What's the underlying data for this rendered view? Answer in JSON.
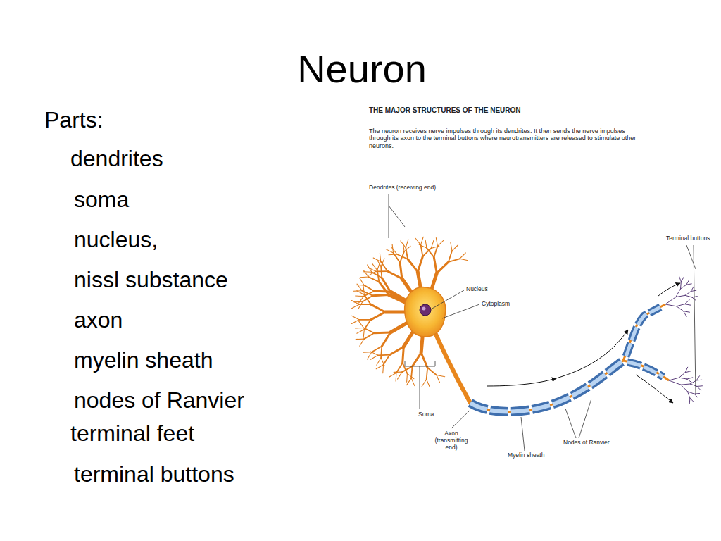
{
  "diagram": {
    "title": "Neuron",
    "labels": [
      "Parts:",
      "dendrites",
      "soma",
      "nucleus,",
      "nissl substance",
      "axon",
      "myelin sheath",
      "nodes of Ranvier",
      "terminal feet",
      "terminal buttons",
      "THE MAJOR STRUCTURES OF THE NEURON",
      "The neuron receives nerve impulses through its dendrites. It then sends the nerve impulses through its axon to the terminal buttons where neurotransmitters are released to stimulate other neurons.",
      "Dendrites (receiving end)",
      "Nucleus",
      "Cytoplasm",
      "Soma",
      "Axon (transmitting end)",
      "Myelin sheath",
      "Nodes of Ranvier",
      "Terminal buttons"
    ]
  }
}
